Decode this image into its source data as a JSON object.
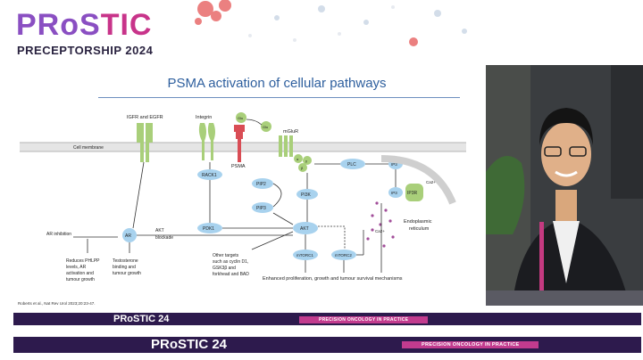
{
  "header": {
    "logo_pre": "PR",
    "logo_o": "o",
    "logo_s": "S",
    "logo_tic": "TIC",
    "subtitle": "PRECEPTORSHIP 2024"
  },
  "slide": {
    "title": "PSMA activation of cellular pathways",
    "citation": "Roberts et al., Nat Rev Urol 2023;20:23-47."
  },
  "diagram": {
    "labels": {
      "igfr_egfr": "IGFR and EGFR",
      "integrin": "Integrin",
      "glu1": "Glu",
      "glu2": "Glu",
      "mglur": "mGluR",
      "cell_membrane": "Cell membrane",
      "psma": "PSMA",
      "g_alpha": "α",
      "g_gamma": "γ",
      "g_beta": "β",
      "rack1": "RACK1",
      "plc": "PLC",
      "ip3_top": "IP3",
      "ip3_left": "IP3",
      "ip3r": "IP3R",
      "ca_top": "Ca2+",
      "ca_mid": "Ca2+",
      "pip2": "PIP2",
      "pi3k": "PI3K",
      "pip3": "PIP3",
      "ar_inhibition": "AR inhibition",
      "ar": "AR",
      "akt_blockade_1": "AKT",
      "akt_blockade_2": "blockade",
      "pdk1": "PDK1",
      "akt": "AKT",
      "endoplasmic_1": "Endoplasmic",
      "endoplasmic_2": "reticulum",
      "mtorc1": "mTORC1",
      "mtorc2": "mTORC2",
      "phlpp_1": "Reduces PHLPP",
      "phlpp_2": "levels, AR",
      "phlpp_3": "activation and",
      "phlpp_4": "tumour growth",
      "testo_1": "Testosterone",
      "testo_2": "binding and",
      "testo_3": "tumour growth",
      "other_1": "Other targets",
      "other_2": "such as cyclin D1,",
      "other_3": "GSK3β and",
      "other_4": "forkhead and BAD",
      "enhanced": "Enhanced proliferation, growth and tumour survival mechanisms"
    }
  },
  "banners": {
    "logo1": "PRoSTIC 24",
    "tag1": "PRECISION ONCOLOGY IN PRACTICE",
    "logo2": "PRoSTIC 24",
    "tag2": "PRECISION ONCOLOGY IN PRACTICE"
  },
  "colors": {
    "brand_purple": "#8a4fc2",
    "brand_pink": "#c8348a",
    "title_blue": "#2e5f9e",
    "node_blue": "#a8d2ee",
    "receptor_green": "#a9cf7a",
    "psma_red": "#d94d55",
    "banner_dark": "#2d1a4d"
  }
}
